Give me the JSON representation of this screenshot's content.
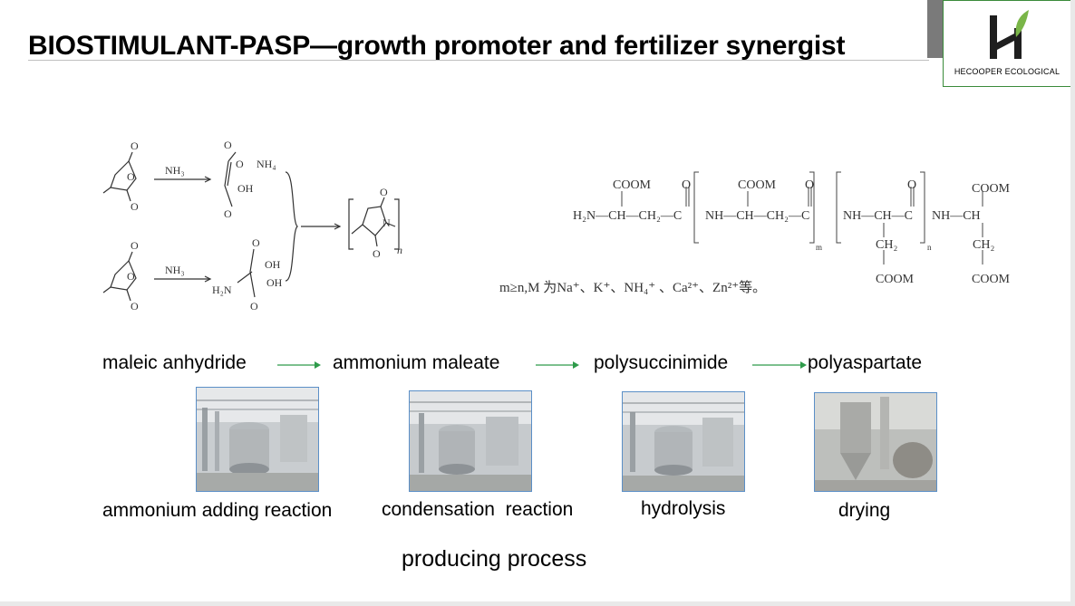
{
  "title": "BIOSTIMULANT-PASP—growth promoter and fertilizer synergist",
  "logo": {
    "text": "HECOOPER ECOLOGICAL",
    "icon": "hecooper-h-leaf-logo"
  },
  "reaction_scheme": {
    "reagent_top": "NH₃",
    "reagent_bottom": "NH₃",
    "product_top_ion": "NH₄",
    "product_top_oh": "OH",
    "product_bottom_oh1": "OH",
    "product_bottom_oh2": "OH",
    "product_bottom_amine": "H₂N",
    "polymer_subscript": "n"
  },
  "polymer_structure": {
    "cooh_1": "COOM",
    "cooh_2": "COOM",
    "cooh_3": "COOM",
    "cooh_4": "COOM",
    "cooh_5": "COOM",
    "backbone_left": "H₂N—CH—CH₂—C",
    "backbone_mid": "NH—CH—CH₂—C",
    "backbone_right": "NH—CH—C",
    "backbone_end": "NH—CH",
    "ch2_a": "CH₂",
    "ch2_b": "CH₂",
    "sub_m": "m",
    "sub_n": "n",
    "legend": "m≥n,M 为Na⁺、K⁺、NH₄⁺ 、Ca²⁺、Zn²⁺等。"
  },
  "process_steps": [
    "maleic anhydride",
    "ammonium maleate",
    "polysuccinimide",
    "polyaspartate"
  ],
  "photo_captions": [
    "ammonium adding reaction",
    "condensation  reaction",
    "hydrolysis",
    "drying"
  ],
  "footer": "producing process",
  "colors": {
    "arrow": "#2e9b4a",
    "photo_border": "#5b8fc7",
    "logo_border": "#3a8b3a",
    "logo_leaf": "#7ab648"
  }
}
